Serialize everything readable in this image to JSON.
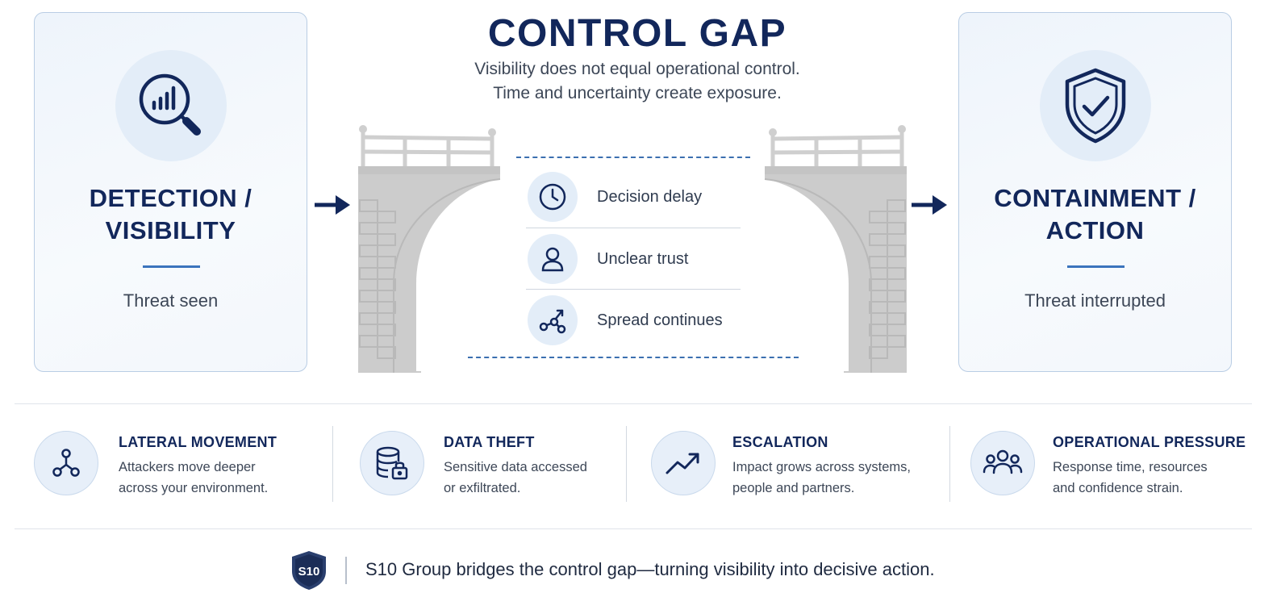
{
  "title": "CONTROL GAP",
  "subtitle_lines": [
    "Visibility does not equal operational control.",
    "Time and uncertainty create exposure."
  ],
  "left_card": {
    "icon": "magnifier-chart-icon",
    "title_lines": [
      "DETECTION /",
      "VISIBILITY"
    ],
    "subtitle": "Threat seen"
  },
  "right_card": {
    "icon": "shield-check-icon",
    "title_lines": [
      "CONTAINMENT /",
      "ACTION"
    ],
    "subtitle": "Threat interrupted"
  },
  "gap_items": [
    {
      "icon": "clock-icon",
      "label": "Decision delay"
    },
    {
      "icon": "person-icon",
      "label": "Unclear trust"
    },
    {
      "icon": "spread-nodes-icon",
      "label": "Spread continues"
    }
  ],
  "impacts": [
    {
      "icon": "network-nodes-icon",
      "title": "LATERAL MOVEMENT",
      "desc_lines": [
        "Attackers move deeper",
        "across your environment."
      ]
    },
    {
      "icon": "database-lock-icon",
      "title": "DATA THEFT",
      "desc_lines": [
        "Sensitive data accessed",
        "or exfiltrated."
      ]
    },
    {
      "icon": "trend-up-icon",
      "title": "ESCALATION",
      "desc_lines": [
        "Impact grows across systems,",
        "people and partners."
      ]
    },
    {
      "icon": "people-group-icon",
      "title": "OPERATIONAL PRESSURE",
      "desc_lines": [
        "Response time, resources",
        "and confidence strain."
      ]
    }
  ],
  "footer": {
    "logo_text": "S10",
    "text": "S10 Group bridges the control gap—turning visibility into decisive action."
  },
  "colors": {
    "navy": "#12275b",
    "accent_blue": "#3b74bd",
    "bridge_gray": "#cccccc",
    "icon_bg": "#e3edf8"
  }
}
